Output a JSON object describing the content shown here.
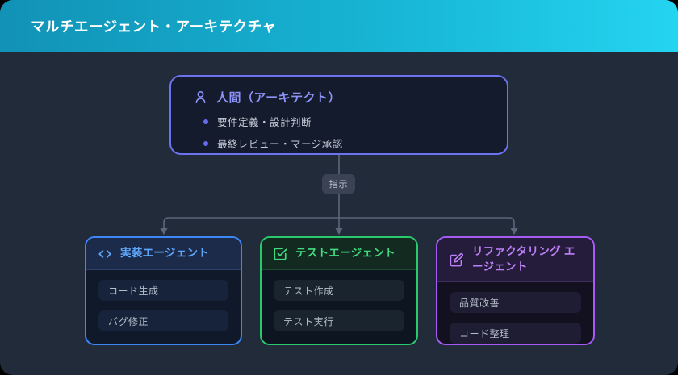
{
  "header": {
    "title": "マルチエージェント・アーキテクチャ"
  },
  "architect": {
    "title": "人間（アーキテクト）",
    "items": [
      "要件定義・設計判断",
      "最終レビュー・マージ承認"
    ]
  },
  "edge_label": "指示",
  "agents": [
    {
      "id": "implementation",
      "icon": "code-icon",
      "title": "実装エージェント",
      "items": [
        "コード生成",
        "バグ修正"
      ]
    },
    {
      "id": "test",
      "icon": "checkbox-check-icon",
      "title": "テストエージェント",
      "items": [
        "テスト作成",
        "テスト実行"
      ]
    },
    {
      "id": "refactoring",
      "icon": "edit-square-icon",
      "title": "リファクタリング エージェント",
      "items": [
        "品質改善",
        "コード整理"
      ]
    }
  ],
  "colors": {
    "header_gradient_start": "#1192b6",
    "header_gradient_end": "#24d4f0",
    "page_bg": "#212b3a",
    "architect_accent": "#8d92f8",
    "implementation_accent": "#5ea7fa",
    "test_accent": "#43da81",
    "refactoring_accent": "#bd80f8",
    "connector": "#5d6678"
  }
}
